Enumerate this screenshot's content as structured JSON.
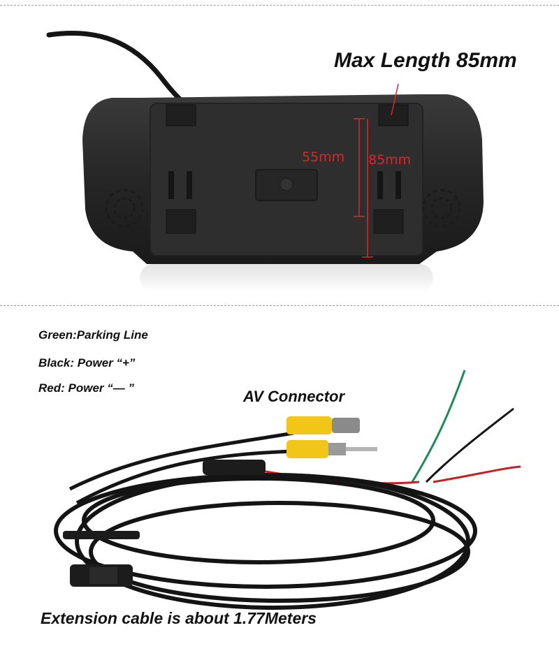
{
  "top": {
    "max_length": "Max Length 85mm",
    "dim_small": "55mm",
    "dim_large": "85mm"
  },
  "legend": {
    "green": "Green:Parking Line",
    "black": "Black: Power “+”",
    "red": "Red: Power “— ”"
  },
  "av_connector": "AV Connector",
  "cable_caption": "Extension cable is about 1.77Meters",
  "colors": {
    "dimension_red": "#d8282a",
    "wire_green": "#1f8a55",
    "wire_red": "#c81e1e",
    "rca_yellow": "#f2c618",
    "housing": "#2b2b2b"
  }
}
